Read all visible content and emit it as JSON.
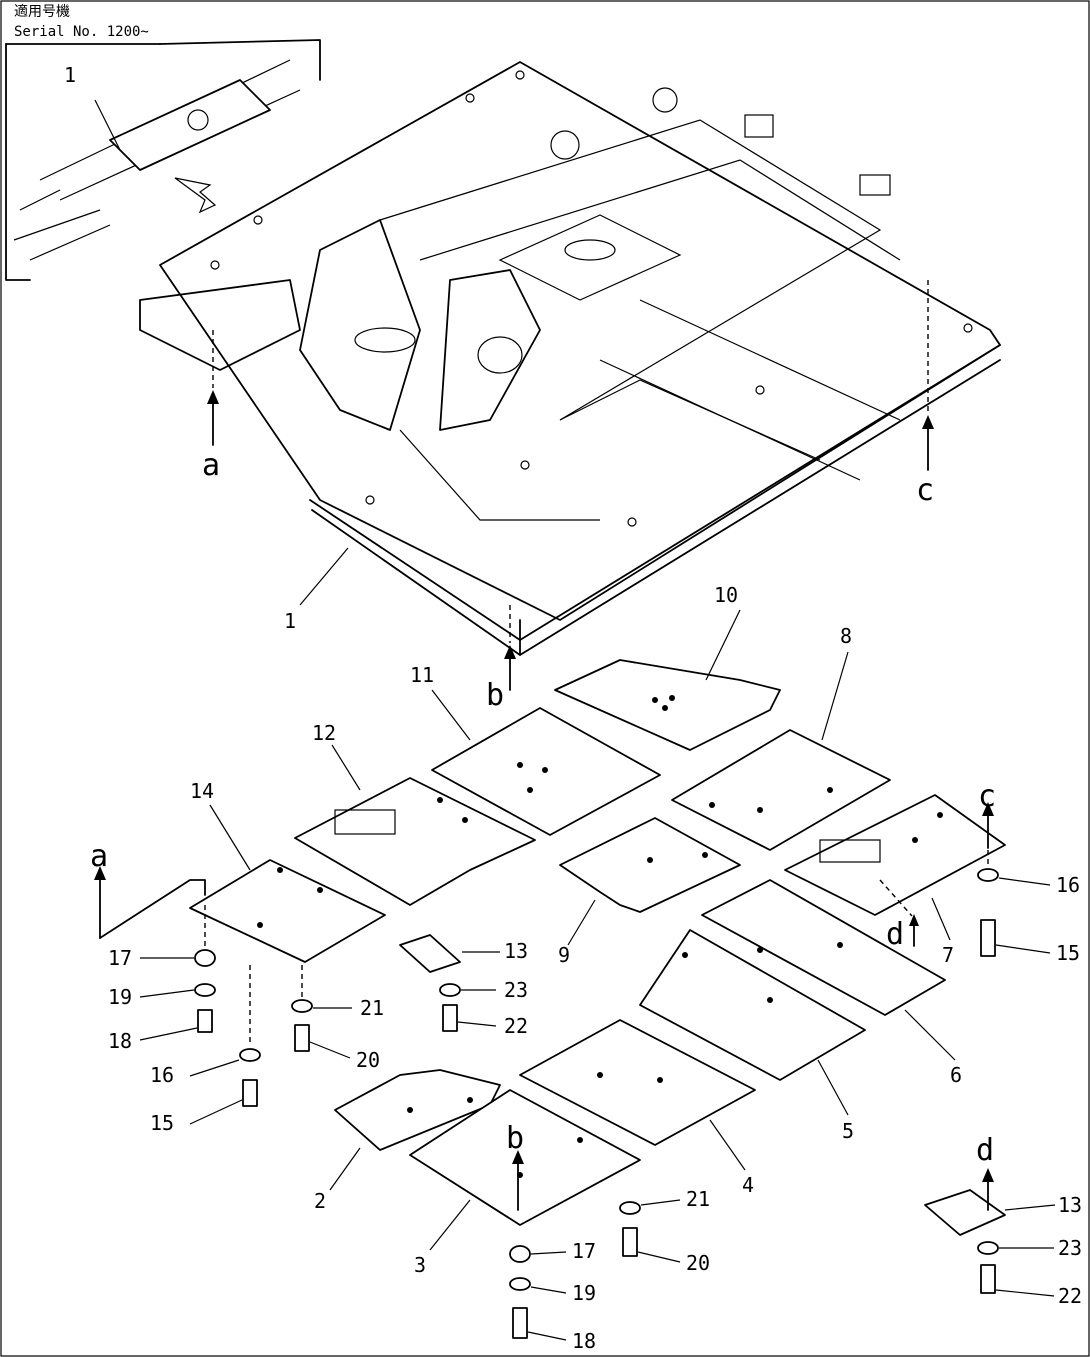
{
  "header": {
    "applicable_label": "適用号機",
    "serial": "Serial No. 1200~"
  },
  "inset": {
    "part_label": "1"
  },
  "callouts": {
    "a_upper": "a",
    "b_upper": "b",
    "c_upper": "c",
    "a_lower": "a",
    "b_lower": "b",
    "c_lower": "c",
    "d_mid": "d",
    "d_right": "d"
  },
  "part_numbers": {
    "p1": "1",
    "p2": "2",
    "p3": "3",
    "p4": "4",
    "p5": "5",
    "p6": "6",
    "p7": "7",
    "p8": "8",
    "p9": "9",
    "p10": "10",
    "p11": "11",
    "p12": "12",
    "p13": "13",
    "p14": "14",
    "p15": "15",
    "p16": "16",
    "p17": "17",
    "p18": "18",
    "p19": "19",
    "p20": "20",
    "p21": "21",
    "p22": "22",
    "p23": "23",
    "p13r": "13",
    "p15r": "15",
    "p16r": "16",
    "p17b": "17",
    "p18b": "18",
    "p19b": "19",
    "p15l": "15",
    "p16l": "16",
    "p20b": "20",
    "p21b": "21",
    "p22r": "22",
    "p23r": "23"
  }
}
